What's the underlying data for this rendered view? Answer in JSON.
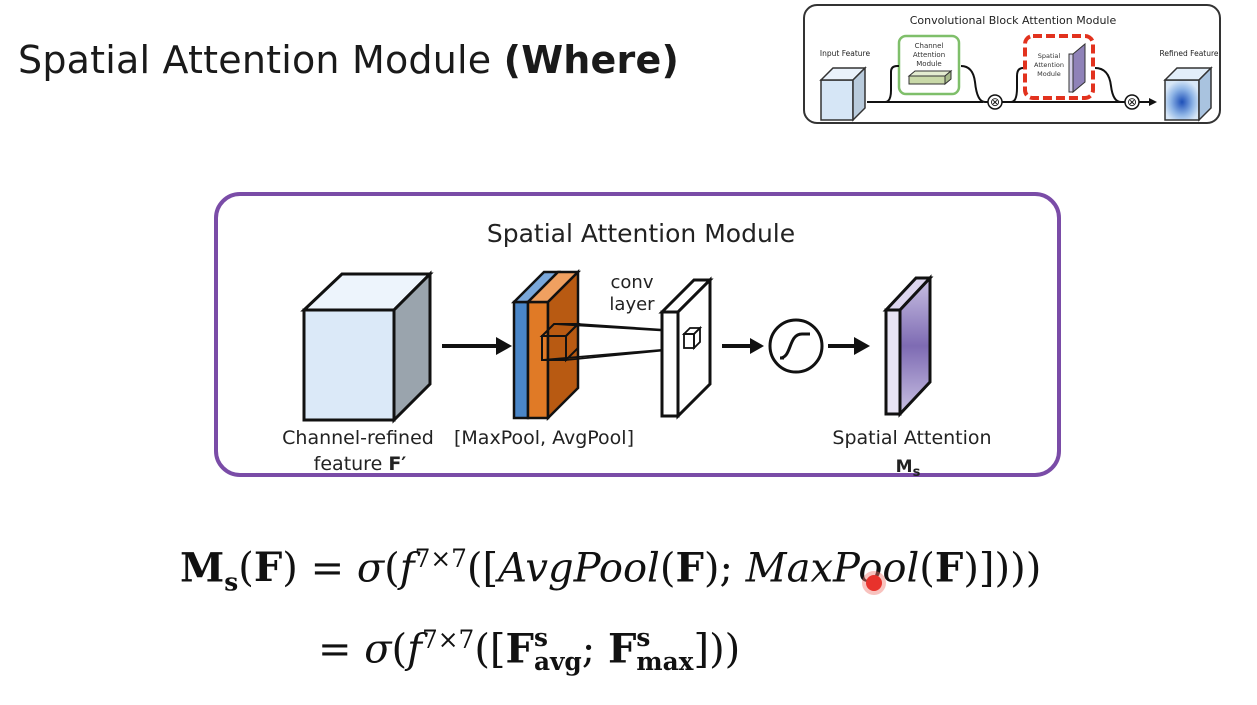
{
  "slide": {
    "title_main": "Spatial Attention Module",
    "title_bold": "(Where)"
  },
  "cbam_inset": {
    "title": "Convolutional Block Attention Module",
    "input_label": "Input Feature",
    "channel_label_1": "Channel",
    "channel_label_2": "Attention",
    "channel_label_3": "Module",
    "spatial_label_1": "Spatial",
    "spatial_label_2": "Attention",
    "spatial_label_3": "Module",
    "refined_label": "Refined Feature",
    "multiply_symbol": "⊗"
  },
  "sam_diagram": {
    "title": "Spatial Attention Module",
    "conv_label_1": "conv",
    "conv_label_2": "layer",
    "input_label_1": "Channel-refined",
    "input_label_2": "feature",
    "input_symbol": "F′",
    "pool_label": "[MaxPool, AvgPool]",
    "output_label": "Spatial Attention",
    "output_symbol": "M",
    "output_subscript": "s",
    "colors": {
      "border": "#7a4ca7",
      "cube_face": "#dbe9f8",
      "maxpool": "#4a86c8",
      "avgpool": "#e07a26",
      "attention_map": "#9a88c4"
    }
  },
  "equations": {
    "line1": {
      "lhs_M": "M",
      "lhs_sub": "s",
      "lhs_arg": "(F)",
      "eq": "=",
      "sigma": "σ",
      "f": "f",
      "f_sup": "7×7",
      "open": "([",
      "avgpool": "AvgPool",
      "F1": "F",
      "sep": ";",
      "maxpool": "MaxPool",
      "F2": "F",
      "close": "]))"
    },
    "line2": {
      "eq": "=",
      "sigma": "σ",
      "f": "f",
      "f_sup": "7×7",
      "open": "([",
      "F": "F",
      "s_sup": "s",
      "avg_sub": "avg",
      "sep": ";",
      "max_sub": "max",
      "close": "]))"
    }
  }
}
